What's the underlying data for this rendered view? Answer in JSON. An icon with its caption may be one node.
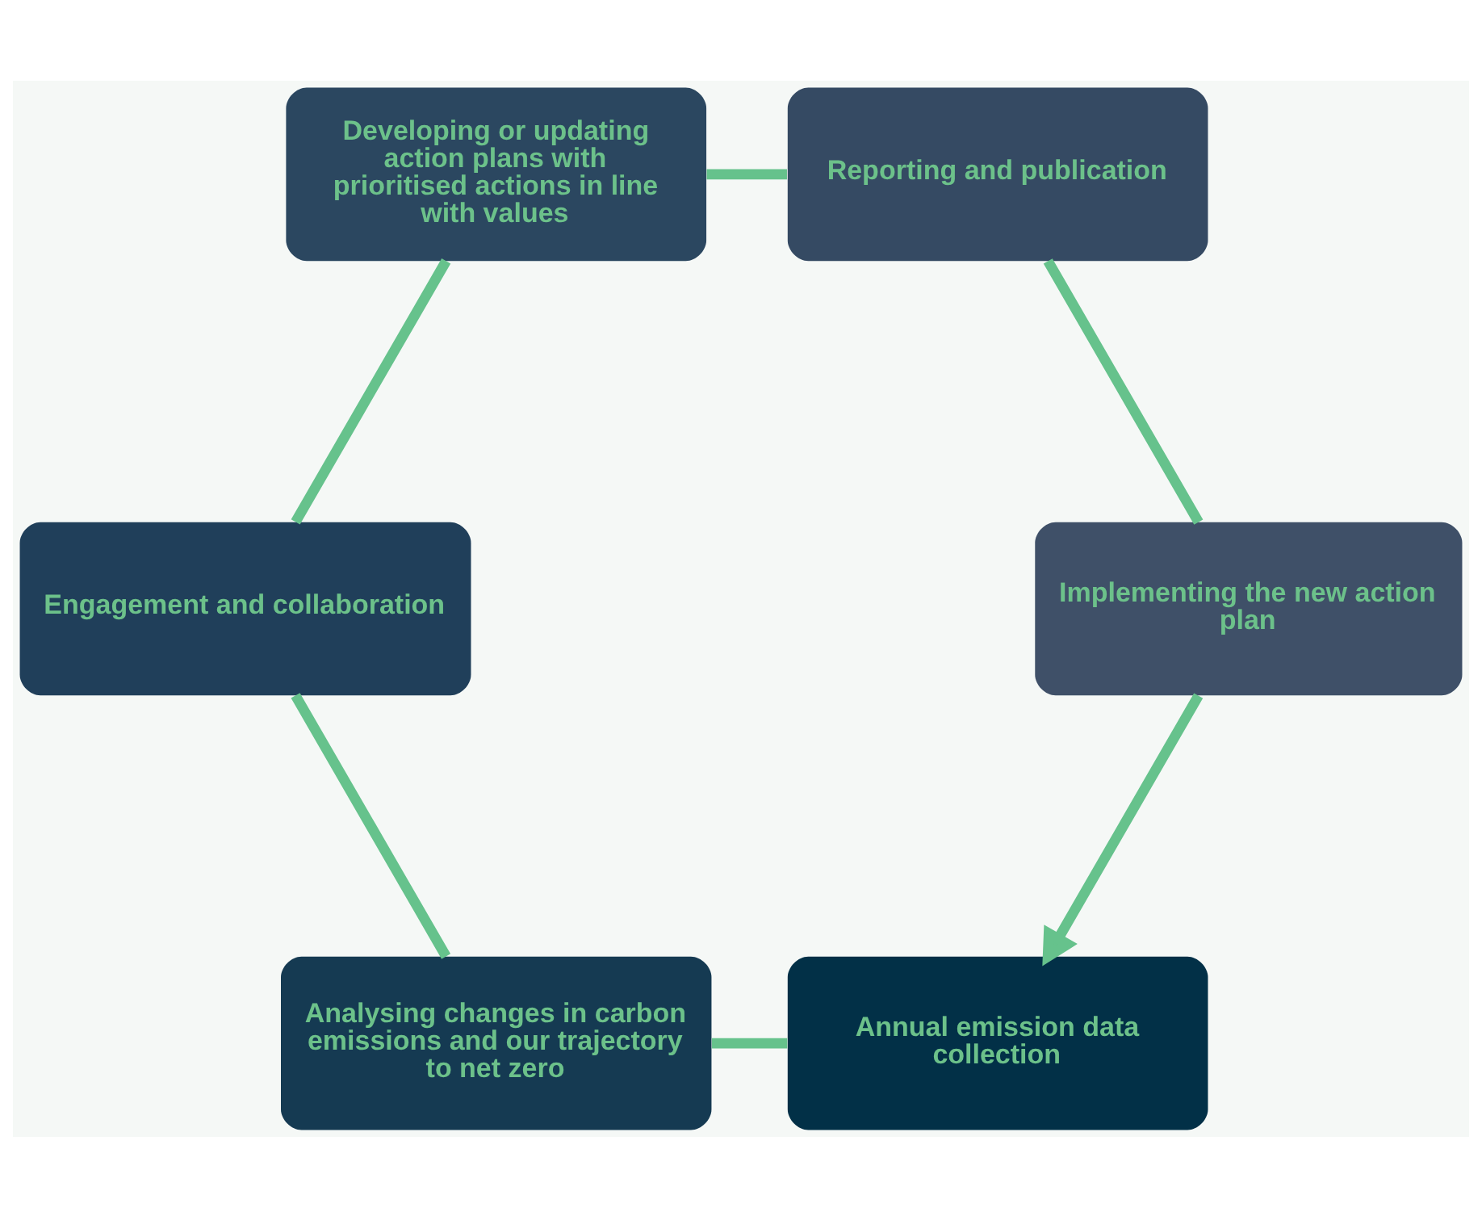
{
  "diagram": {
    "nodes": [
      {
        "text": [
          "Annual emission data collection"
        ]
      },
      {
        "text": [
          "Implementing the new action plan"
        ]
      },
      {
        "text": [
          "Analysing changes in carbon emissions and our trajectory to net zero"
        ]
      },
      {
        "text": [
          "Reporting and publication"
        ]
      },
      {
        "text": [
          "Engagement and collaboration"
        ]
      },
      {
        "text": [
          "Developing or updating action plans with prioritised actions in line with values"
        ]
      }
    ],
    "edges": [
      {
        "from": 0,
        "to": 2,
        "arrow": "none"
      },
      {
        "from": 2,
        "to": 4,
        "arrow": "none"
      },
      {
        "from": 4,
        "to": 5,
        "arrow": "none"
      },
      {
        "from": 5,
        "to": 3,
        "arrow": "none"
      },
      {
        "from": 3,
        "to": 1,
        "arrow": "none"
      },
      {
        "from": 1,
        "to": 0,
        "arrow": "to"
      }
    ]
  }
}
